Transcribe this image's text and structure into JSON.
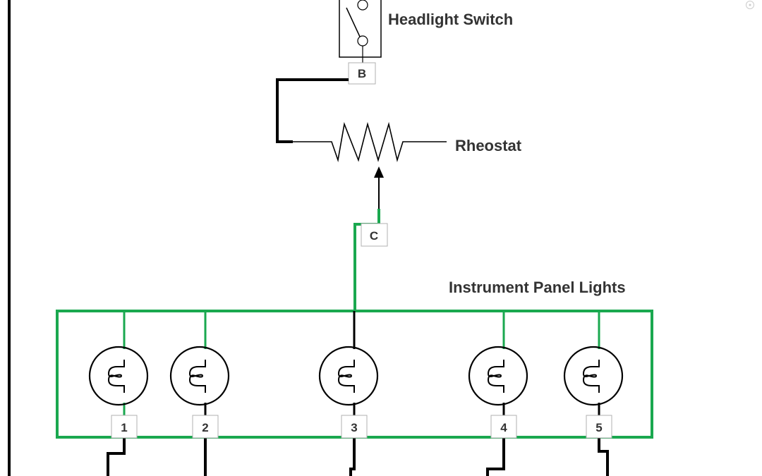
{
  "diagram": {
    "labels": {
      "headlight_switch": "Headlight Switch",
      "rheostat": "Rheostat",
      "instrument_panel_lights": "Instrument Panel Lights"
    },
    "connectors": {
      "b": "B",
      "c": "C"
    },
    "bulbs": [
      {
        "id": "1",
        "top_wire": "green",
        "bottom_wire": "green"
      },
      {
        "id": "2",
        "top_wire": "green",
        "bottom_wire": "black"
      },
      {
        "id": "3",
        "top_wire": "black",
        "bottom_wire": "black"
      },
      {
        "id": "4",
        "top_wire": "green",
        "bottom_wire": "black"
      },
      {
        "id": "5",
        "top_wire": "green",
        "bottom_wire": "black"
      }
    ],
    "colors": {
      "green_wire": "#1aa84f",
      "black_wire": "#000000",
      "label_text": "#333333",
      "connector_border": "#b0b0b0"
    },
    "icons": {
      "corner": "target-icon"
    }
  }
}
